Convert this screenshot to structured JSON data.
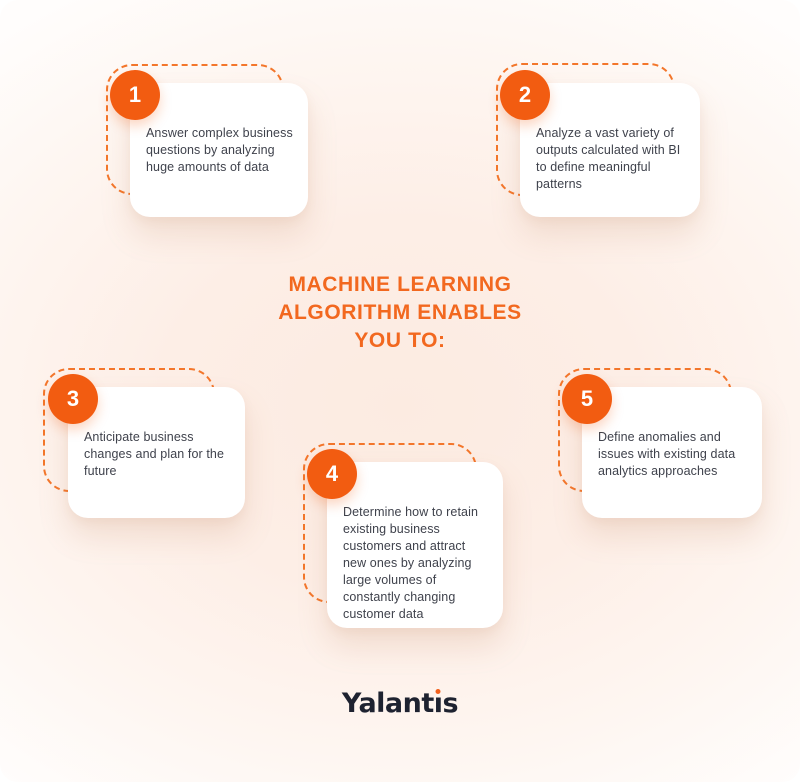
{
  "title": {
    "line1": "MACHINE LEARNING",
    "line2": "ALGORITHM ENABLES",
    "line3": "YOU TO:",
    "color": "#F2681F"
  },
  "cards": [
    {
      "number": "1",
      "text": "Answer complex business questions by analyzing huge amounts of data"
    },
    {
      "number": "2",
      "text": "Analyze a vast variety of outputs calculated with BI to define meaningful patterns"
    },
    {
      "number": "3",
      "text": "Anticipate business changes and plan for the future"
    },
    {
      "number": "4",
      "text": "Determine how to retain existing business customers and attract new ones by analyzing large volumes of constantly changing customer data"
    },
    {
      "number": "5",
      "text": "Define anomalies and issues with existing data analytics approaches"
    }
  ],
  "brand": {
    "prefix": "Yalant",
    "dotless_i": "ı",
    "suffix": "s",
    "full_name": "Yalantis",
    "dot_color": "#F2601C"
  },
  "colors": {
    "accent_orange": "#F25C11",
    "dashed_border": "#F3762B",
    "title_orange": "#F2681F",
    "card_text": "#3F424C",
    "brand_text": "#1E2230",
    "background_center": "#FCEBE1",
    "background_edge": "#FFFFFF",
    "card_background": "#FFFFFF"
  }
}
